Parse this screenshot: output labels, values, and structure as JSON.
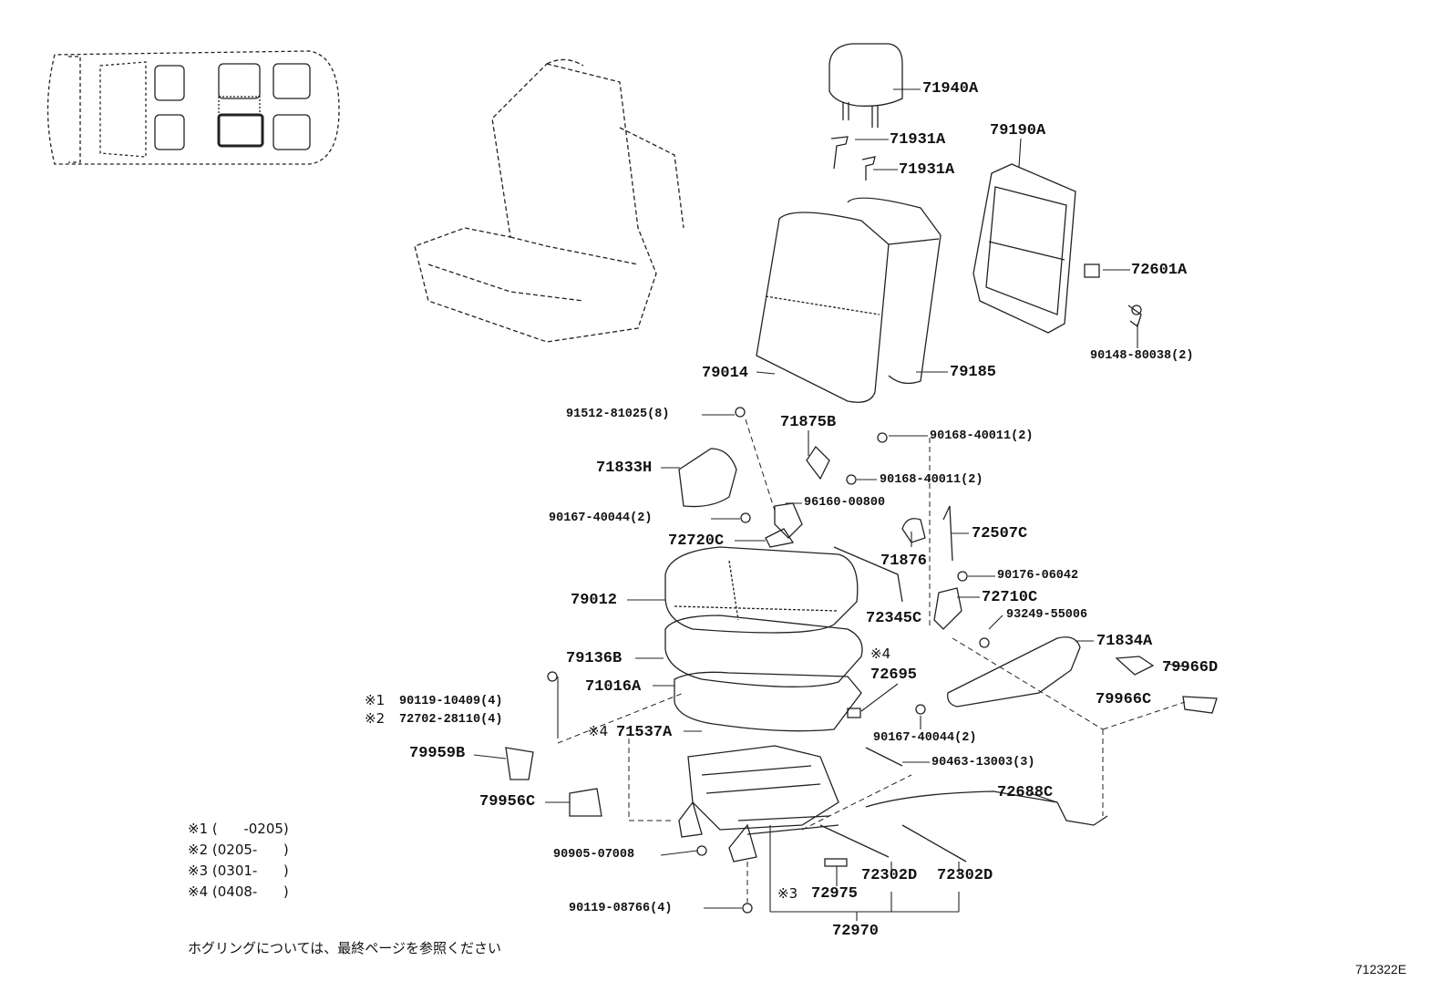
{
  "callouts": {
    "p71940A": "71940A",
    "p71931A_1": "71931A",
    "p71931A_2": "71931A",
    "p79190A": "79190A",
    "p72601A": "72601A",
    "p90148": "90148-80038(2)",
    "p79014": "79014",
    "p79185": "79185",
    "p91512": "91512-81025(8)",
    "p71875B": "71875B",
    "p90168a": "90168-40011(2)",
    "p90168b": "90168-40011(2)",
    "p71833H": "71833H",
    "p96160": "96160-00800",
    "p90167a": "90167-40044(2)",
    "p72720C": "72720C",
    "p72507C": "72507C",
    "p71876": "71876",
    "p90176": "90176-06042",
    "p79012": "79012",
    "p72710C": "72710C",
    "p72345C": "72345C",
    "p93249": "93249-55006",
    "p71834A": "71834A",
    "p79136B": "79136B",
    "p72695": "72695",
    "p79966D": "79966D",
    "p71016A": "71016A",
    "p79966C": "79966C",
    "p90119a": "90119-10409(4)",
    "p72702": "72702-28110(4)",
    "p90167b": "90167-40044(2)",
    "p71537A": "71537A",
    "p79959B": "79959B",
    "p90463": "90463-13003(3)",
    "p72688C": "72688C",
    "p79956C": "79956C",
    "p90905": "90905-07008",
    "p72302D_1": "72302D",
    "p72302D_2": "72302D",
    "p72975": "72975",
    "p90119b": "90119-08766(4)",
    "p72970": "72970"
  },
  "marks": {
    "m1": "※1",
    "m2": "※2",
    "m3": "※3",
    "m4a": "※4",
    "m4b": "※4"
  },
  "legend": {
    "l1": "※1 (      -0205)",
    "l2": "※2 (0205-      )",
    "l3": "※3 (0301-      )",
    "l4": "※4 (0408-      )"
  },
  "footnote": "ホグリングについては、最終ページを参照ください",
  "figure_code": "712322E"
}
